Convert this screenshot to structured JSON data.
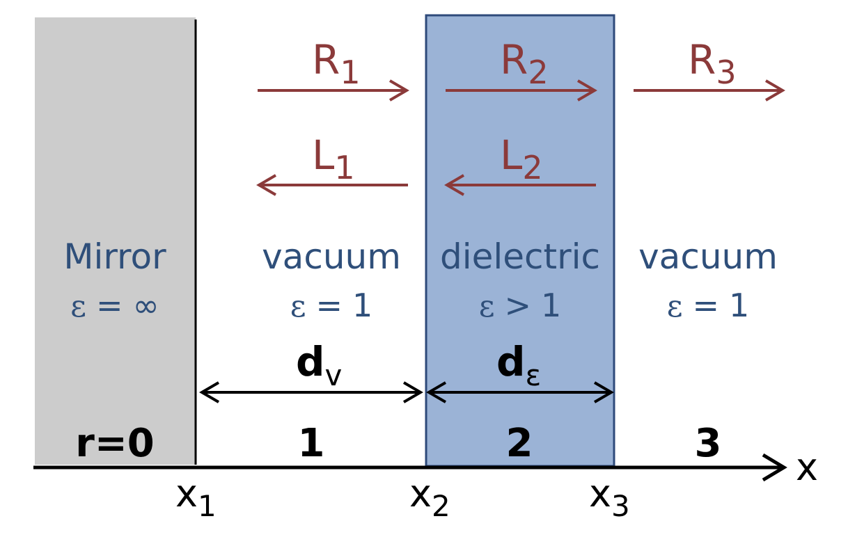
{
  "colors": {
    "mirror_fill": "#cccccc",
    "dielectric_fill": "#9bb3d6",
    "dielectric_border": "#2e4a7a",
    "wave_arrow": "#8b3a3a",
    "medium_text": "#2f4f7a",
    "axis": "#000000"
  },
  "waves": [
    {
      "id": "R1",
      "main": "R",
      "sub": "1",
      "direction": "right",
      "region": 1,
      "row": "top"
    },
    {
      "id": "R2",
      "main": "R",
      "sub": "2",
      "direction": "right",
      "region": 2,
      "row": "top"
    },
    {
      "id": "R3",
      "main": "R",
      "sub": "3",
      "direction": "right",
      "region": 3,
      "row": "top"
    },
    {
      "id": "L1",
      "main": "L",
      "sub": "1",
      "direction": "left",
      "region": 1,
      "row": "bottom"
    },
    {
      "id": "L2",
      "main": "L",
      "sub": "2",
      "direction": "left",
      "region": 2,
      "row": "bottom"
    }
  ],
  "media": [
    {
      "id": "mirror",
      "name": "Mirror",
      "epsilon_symbol": "ε",
      "epsilon_relation": "=",
      "epsilon_value": "∞"
    },
    {
      "id": "vacuum-1",
      "name": "vacuum",
      "epsilon_symbol": "ε",
      "epsilon_relation": "=",
      "epsilon_value": "1"
    },
    {
      "id": "dielectric",
      "name": "dielectric",
      "epsilon_symbol": "ε",
      "epsilon_relation": ">",
      "epsilon_value": "1"
    },
    {
      "id": "vacuum-3",
      "name": "vacuum",
      "epsilon_symbol": "ε",
      "epsilon_relation": "=",
      "epsilon_value": "1"
    }
  ],
  "dimensions": [
    {
      "id": "dv",
      "main": "d",
      "sub": "v"
    },
    {
      "id": "de",
      "main": "d",
      "sub": "ε"
    }
  ],
  "regions": [
    "r=0",
    "1",
    "2",
    "3"
  ],
  "positions": [
    {
      "id": "x1",
      "main": "x",
      "sub": "1"
    },
    {
      "id": "x2",
      "main": "x",
      "sub": "2"
    },
    {
      "id": "x3",
      "main": "x",
      "sub": "3"
    }
  ],
  "axis_label": "x"
}
